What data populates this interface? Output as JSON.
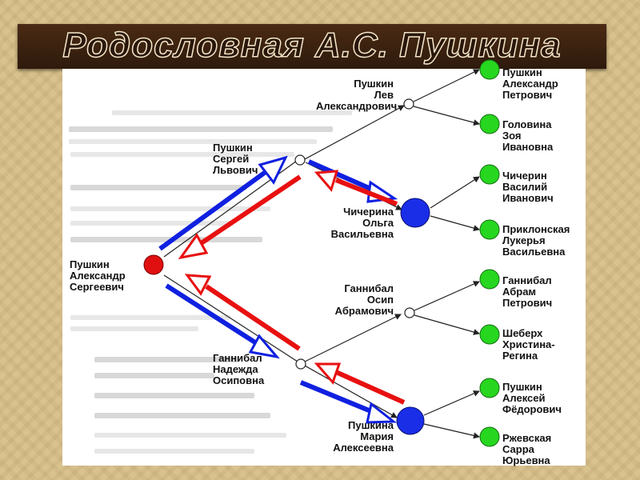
{
  "title": "Родословная А.С. Пушкина",
  "people": {
    "alexander_sergeevich": "Пушкин\nАлександр\nСергеевич",
    "sergey_lvovich": "Пушкин\nСергей\nЛьвович",
    "nadezhda_osipovna": "Ганнибал\nНадежда\nОсиповна",
    "lev_alexandrovich": "Пушкин\nЛев\nАлександрович",
    "olga_vasilyevna": "Чичерина\nОльга\nВасильевна",
    "osip_abramovich": "Ганнибал\nОсип\nАбрамович",
    "maria_alexeevna": "Пушкина\nМария\nАлексеевна",
    "alexander_petrovich": "Пушкин\nАлександр\nПетрович",
    "zoya_ivanovna": "Головина\nЗоя\nИвановна",
    "vasily_ivanovich": "Чичерин\nВасилий\nИванович",
    "lukerya_vasilyevna": "Приклонская\nЛукерья\nВасильевна",
    "abram_petrovich": "Ганнибал\nАбрам\nПетрович",
    "khristina_regina": "Шеберх\nХристина-\nРегина",
    "alexey_fedorovich": "Пушкин\nАлексей\nФёдорович",
    "sarra_yuryevna": "Ржевская\nСарра\nЮрьевна"
  },
  "colors": {
    "root_node": "#e01010",
    "mother_node": "#1a2ee8",
    "ancestor_node": "#27d61f",
    "paternal_arrow": "#1020e0",
    "maternal_arrow": "#e81010",
    "title_band": "#3a2010",
    "background": "#d9c28e"
  }
}
